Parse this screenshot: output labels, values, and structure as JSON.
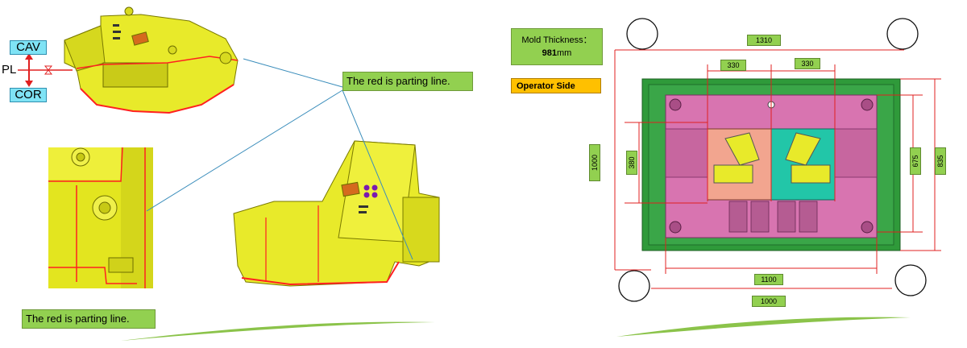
{
  "left_panel": {
    "pl_label": "PL",
    "cav_label": "CAV",
    "cor_label": "COR",
    "callout_top": "The red is parting line.",
    "callout_bottom": "The red is parting line."
  },
  "right_panel": {
    "mold_thickness_label": "Mold Thickness：",
    "mold_thickness_value": "981",
    "mold_thickness_unit": "mm",
    "operator_side": "Operator Side",
    "dims": {
      "top_width": "1310",
      "insert_left": "330",
      "insert_right": "330",
      "left_height": "1000",
      "cavity_height": "380",
      "inner_height": "675",
      "outer_height": "835",
      "bottom_inner": "1100",
      "bottom_outer": "1000"
    }
  },
  "colors": {
    "part_yellow": "#e8ea2a",
    "parting_red": "#ff2020",
    "label_green": "#92d050",
    "operator_orange": "#ffc000",
    "plate_green": "#2f9a3a",
    "plate_pink": "#d874b0",
    "insert_salmon": "#f2a58f",
    "insert_teal": "#22c6a8"
  }
}
